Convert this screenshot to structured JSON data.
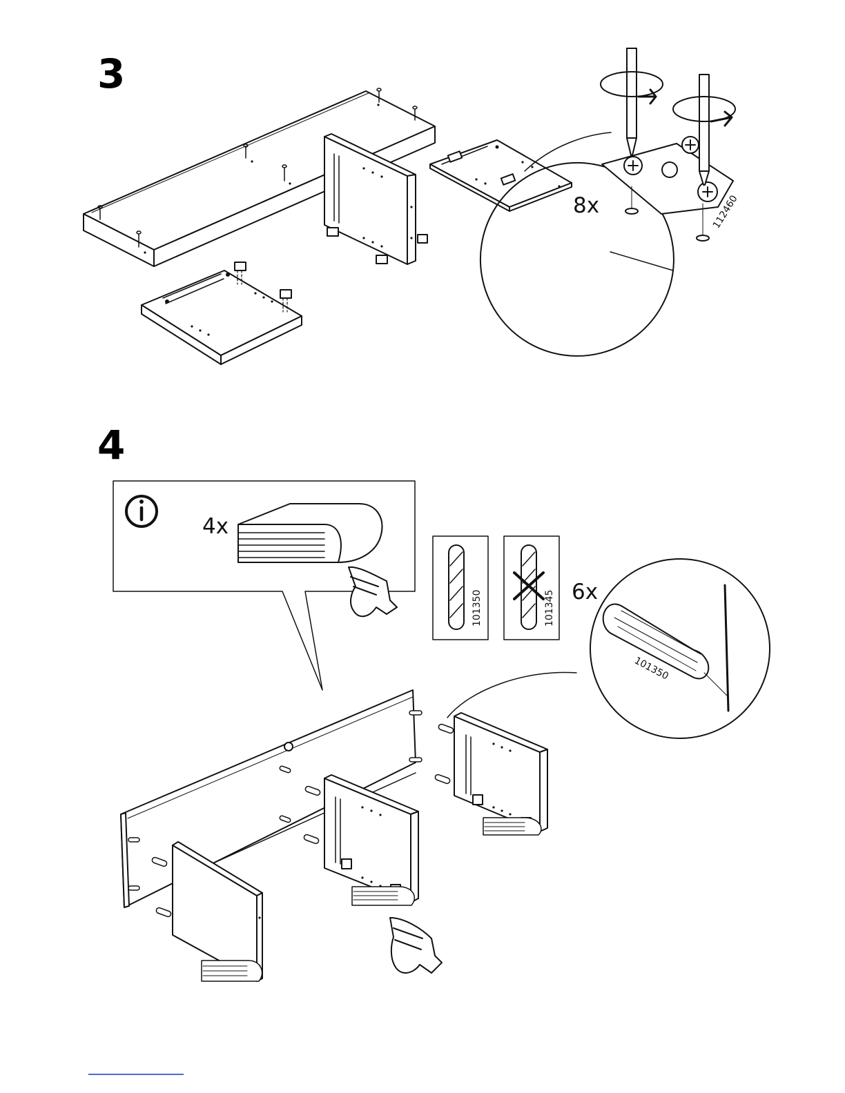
{
  "steps": [
    {
      "number": "3",
      "quantity_label": "8x",
      "part_number": "112460"
    },
    {
      "number": "4",
      "info_icon": "info-circle-icon",
      "info_quantity_label": "4x",
      "dowel_ok_part_number": "101350",
      "dowel_wrong_part_number": "101345",
      "dowel_quantity_label": "6x",
      "dowel_detail_part_number": "101350"
    }
  ]
}
